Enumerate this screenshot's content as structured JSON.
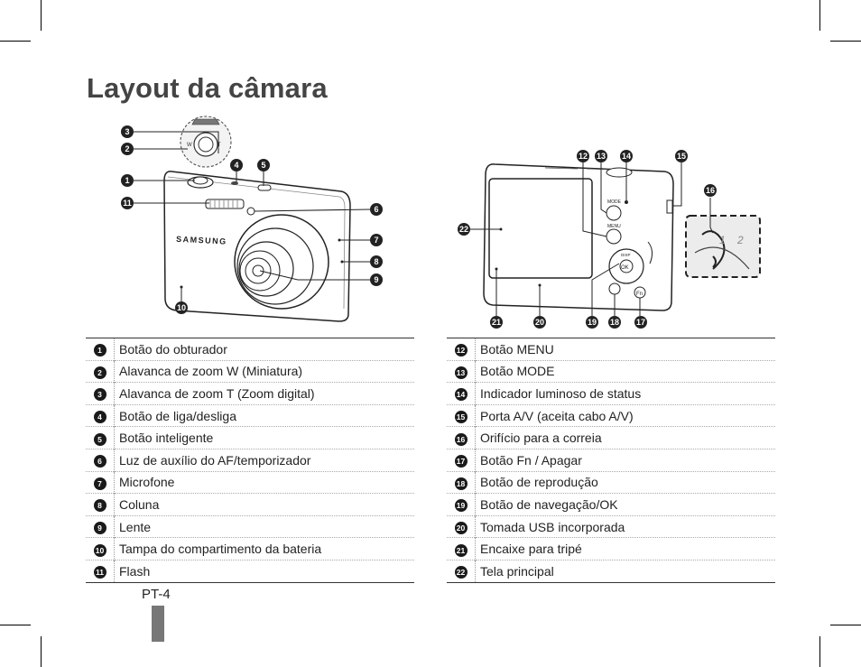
{
  "page": {
    "title": "Layout da câmara",
    "page_number": "PT-4"
  },
  "front_camera": {
    "brand_text": "SAMSUNG"
  },
  "back_camera": {
    "mode_label": "MODE",
    "menu_label": "MENU",
    "ok_label": "OK",
    "disp_label": "DISP",
    "fn_label": "Fn",
    "strap_step_1": "1",
    "strap_step_2": "2"
  },
  "callouts": [
    "1",
    "2",
    "3",
    "4",
    "5",
    "6",
    "7",
    "8",
    "9",
    "10",
    "11",
    "12",
    "13",
    "14",
    "15",
    "16",
    "17",
    "18",
    "19",
    "20",
    "21",
    "22"
  ],
  "left_table": [
    {
      "num": "1",
      "label": "Botão do obturador"
    },
    {
      "num": "2",
      "label": "Alavanca de zoom W (Miniatura)"
    },
    {
      "num": "3",
      "label": "Alavanca de zoom T (Zoom digital)"
    },
    {
      "num": "4",
      "label": "Botão de liga/desliga"
    },
    {
      "num": "5",
      "label": "Botão inteligente"
    },
    {
      "num": "6",
      "label": "Luz de auxílio do AF/temporizador"
    },
    {
      "num": "7",
      "label": "Microfone"
    },
    {
      "num": "8",
      "label": "Coluna"
    },
    {
      "num": "9",
      "label": "Lente"
    },
    {
      "num": "10",
      "label": "Tampa do compartimento da bateria"
    },
    {
      "num": "11",
      "label": "Flash"
    }
  ],
  "right_table": [
    {
      "num": "12",
      "label": "Botão MENU"
    },
    {
      "num": "13",
      "label": "Botão MODE"
    },
    {
      "num": "14",
      "label": "Indicador luminoso de status"
    },
    {
      "num": "15",
      "label": "Porta A/V (aceita cabo A/V)"
    },
    {
      "num": "16",
      "label": "Orifício para a correia"
    },
    {
      "num": "17",
      "label": "Botão Fn / Apagar"
    },
    {
      "num": "18",
      "label": "Botão de reprodução"
    },
    {
      "num": "19",
      "label": "Botão de navegação/OK"
    },
    {
      "num": "20",
      "label": "Tomada USB incorporada"
    },
    {
      "num": "21",
      "label": "Encaixe para tripé"
    },
    {
      "num": "22",
      "label": "Tela principal"
    }
  ]
}
